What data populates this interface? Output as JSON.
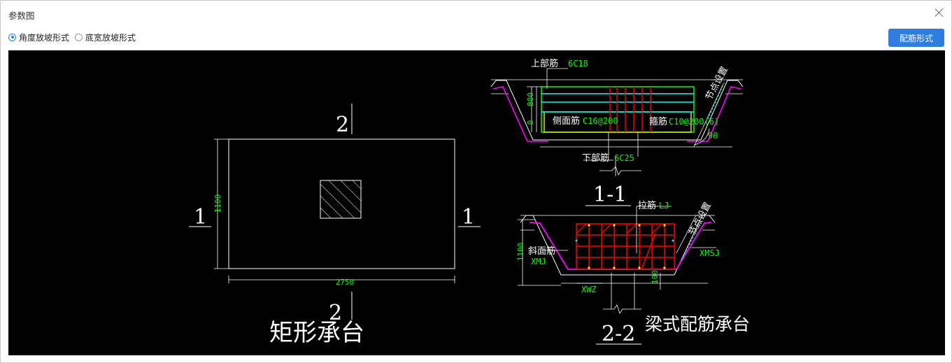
{
  "window": {
    "title": "参数图"
  },
  "options": {
    "angle_slope": {
      "label": "角度放坡形式",
      "selected": true
    },
    "width_slope": {
      "label": "底宽放坡形式",
      "selected": false
    }
  },
  "buttons": {
    "rebar_form": "配筋形式"
  },
  "drawing": {
    "left": {
      "section_top": "2",
      "section_bottom": "2",
      "section_left": "1",
      "section_right": "1",
      "dim_height": "1100",
      "dim_width": "2750",
      "caption": "矩形承台"
    },
    "s11": {
      "top_bar_label": "上部筋",
      "top_bar_value": "6C18",
      "side_bar_label": "侧面筋",
      "side_bar_value": "C16@200",
      "stirrup_label": "箍筋",
      "stirrup_value": "C10@200(6)",
      "bottom_bar_label": "下部筋",
      "bottom_bar_value": "6C25",
      "dim_height": "800",
      "dim_small": "0",
      "angle": "90",
      "node_setting": "节点设置",
      "title": "1-1"
    },
    "s22": {
      "tie_label": "拉筋",
      "tie_value": "LJ",
      "slope_bar_label": "斜面筋",
      "slope_bar_value": "XMJ",
      "slope_stirrup_value": "XMSJ",
      "bottom_value": "XWZ",
      "dim_height": "1100",
      "dim_small": "100",
      "node_setting": "节点设置",
      "title": "2-2",
      "caption": "梁式配筋承台"
    }
  },
  "colors": {
    "line": "#ffffff",
    "green_text": "#00ff00",
    "rebar_red": "#ff0000",
    "magenta": "#ff00ff",
    "cyan": "#00ffff",
    "yellow": "#ffff00",
    "accent": "#2f7de1"
  }
}
